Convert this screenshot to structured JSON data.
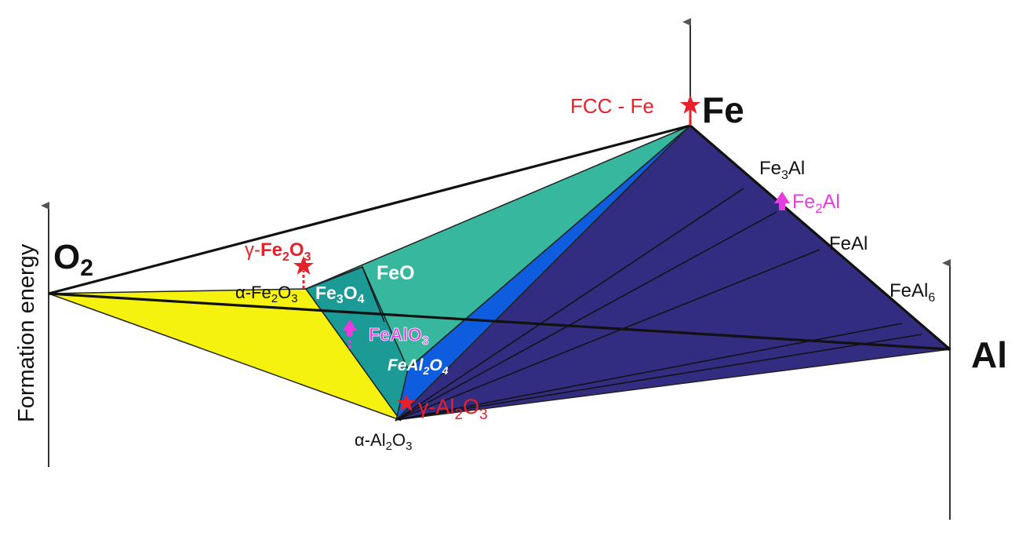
{
  "vertices": {
    "o2": {
      "base": "O",
      "sub": "2"
    },
    "fe": "Fe",
    "al": "Al"
  },
  "axis_label": "Formation energy",
  "labels": {
    "fcc_fe": "FCC - Fe",
    "gamma_fe2o3": {
      "prefix": "γ-",
      "p1": "Fe",
      "s1": "2",
      "p2": "O",
      "s2": "3"
    },
    "alpha_fe2o3": {
      "prefix": "α-",
      "p1": "Fe",
      "s1": "2",
      "p2": "O",
      "s2": "3"
    },
    "fe3o4": {
      "p1": "Fe",
      "s1": "3",
      "p2": "O",
      "s2": "4"
    },
    "feo": "FeO",
    "fealo3": {
      "p1": "FeAlO",
      "s1": "3"
    },
    "feal2o4": {
      "p1": "FeAl",
      "s1": "2",
      "p2": "O",
      "s2": "4"
    },
    "gamma_al2o3": {
      "prefix": "γ-",
      "p1": "Al",
      "s1": "2",
      "p2": "O",
      "s2": "3"
    },
    "alpha_al2o3": {
      "prefix": "α-",
      "p1": "Al",
      "s1": "2",
      "p2": "O",
      "s2": "3"
    },
    "fe3al": {
      "p1": "Fe",
      "s1": "3",
      "p2": "Al"
    },
    "fe2al": {
      "p1": "Fe",
      "s1": "2",
      "p2": "Al"
    },
    "feal": "FeAl",
    "feal6": {
      "p1": "FeAl",
      "s1": "6"
    }
  },
  "colors": {
    "yellow": "#f5f20f",
    "teal_dark": "#1b9a96",
    "teal_light": "#37b89e",
    "blue": "#0f5ddf",
    "navy": "#322d80",
    "red": "#e8202a",
    "magenta": "#e83ce0"
  }
}
